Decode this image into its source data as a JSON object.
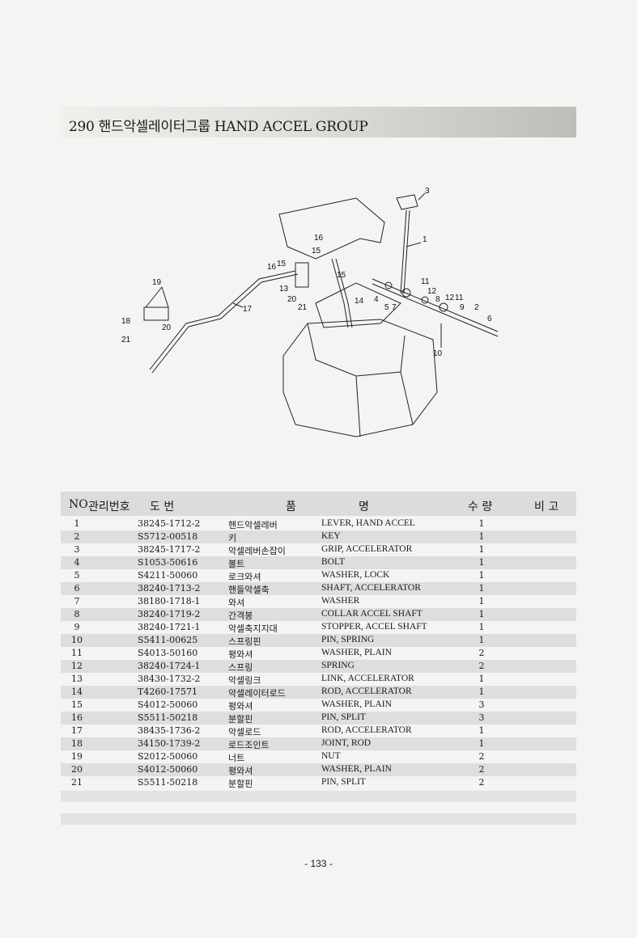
{
  "header": {
    "title": "290  핸드악셀레이터그룹 HAND ACCEL GROUP"
  },
  "table": {
    "headers": [
      "NO",
      "관리번호",
      "도    번",
      "품",
      "명",
      "수 량",
      "비 고"
    ],
    "rows": [
      {
        "no": "1",
        "part": "38245-1712-2",
        "kr": "핸드악셀레버",
        "en": "LEVER, HAND ACCEL",
        "qty": "1"
      },
      {
        "no": "2",
        "part": "S5712-00518",
        "kr": "키",
        "en": "KEY",
        "qty": "1"
      },
      {
        "no": "3",
        "part": "38245-1717-2",
        "kr": "악셀레버손잡이",
        "en": "GRIP, ACCELERATOR",
        "qty": "1"
      },
      {
        "no": "4",
        "part": "S1053-50616",
        "kr": "볼트",
        "en": "BOLT",
        "qty": "1"
      },
      {
        "no": "5",
        "part": "S4211-50060",
        "kr": "로크와셔",
        "en": "WASHER, LOCK",
        "qty": "1"
      },
      {
        "no": "6",
        "part": "38240-1713-2",
        "kr": "핸들악셀축",
        "en": "SHAFT, ACCELERATOR",
        "qty": "1"
      },
      {
        "no": "7",
        "part": "38180-1718-1",
        "kr": "와셔",
        "en": "WASHER",
        "qty": "1"
      },
      {
        "no": "8",
        "part": "38240-1719-2",
        "kr": "간격봉",
        "en": "COLLAR ACCEL SHAFT",
        "qty": "1"
      },
      {
        "no": "9",
        "part": "38240-1721-1",
        "kr": "악셀축지지대",
        "en": "STOPPER, ACCEL SHAFT",
        "qty": "1"
      },
      {
        "no": "10",
        "part": "S5411-00625",
        "kr": "스프링핀",
        "en": "PIN, SPRING",
        "qty": "1"
      },
      {
        "no": "11",
        "part": "S4013-50160",
        "kr": "평와셔",
        "en": "WASHER, PLAIN",
        "qty": "2"
      },
      {
        "no": "12",
        "part": "38240-1724-1",
        "kr": "스프링",
        "en": "SPRING",
        "qty": "2"
      },
      {
        "no": "13",
        "part": "38430-1732-2",
        "kr": "악셀링크",
        "en": "LINK, ACCELERATOR",
        "qty": "1"
      },
      {
        "no": "14",
        "part": "T4260-17571",
        "kr": "악셀레이터로드",
        "en": "ROD, ACCELERATOR",
        "qty": "1"
      },
      {
        "no": "15",
        "part": "S4012-50060",
        "kr": "평와셔",
        "en": "WASHER, PLAIN",
        "qty": "3"
      },
      {
        "no": "16",
        "part": "S5511-50218",
        "kr": "분할핀",
        "en": "PIN, SPLIT",
        "qty": "3"
      },
      {
        "no": "17",
        "part": "38435-1736-2",
        "kr": "악셀로드",
        "en": "ROD, ACCELERATOR",
        "qty": "1"
      },
      {
        "no": "18",
        "part": "34150-1739-2",
        "kr": "로드조인트",
        "en": "JOINT, ROD",
        "qty": "1"
      },
      {
        "no": "19",
        "part": "S2012-50060",
        "kr": "너트",
        "en": "NUT",
        "qty": "2"
      },
      {
        "no": "20",
        "part": "S4012-50060",
        "kr": "평와셔",
        "en": "WASHER, PLAIN",
        "qty": "2"
      },
      {
        "no": "21",
        "part": "S5511-50218",
        "kr": "분할핀",
        "en": "PIN, SPLIT",
        "qty": "2"
      }
    ]
  },
  "diagram_labels": [
    "3",
    "1",
    "16",
    "15",
    "16",
    "15",
    "15",
    "19",
    "17",
    "13",
    "20",
    "21",
    "14",
    "4",
    "5",
    "7",
    "11",
    "12",
    "8",
    "12",
    "11",
    "9",
    "2",
    "6",
    "18",
    "20",
    "21",
    "10"
  ],
  "footer": {
    "page": "- 133 -"
  }
}
